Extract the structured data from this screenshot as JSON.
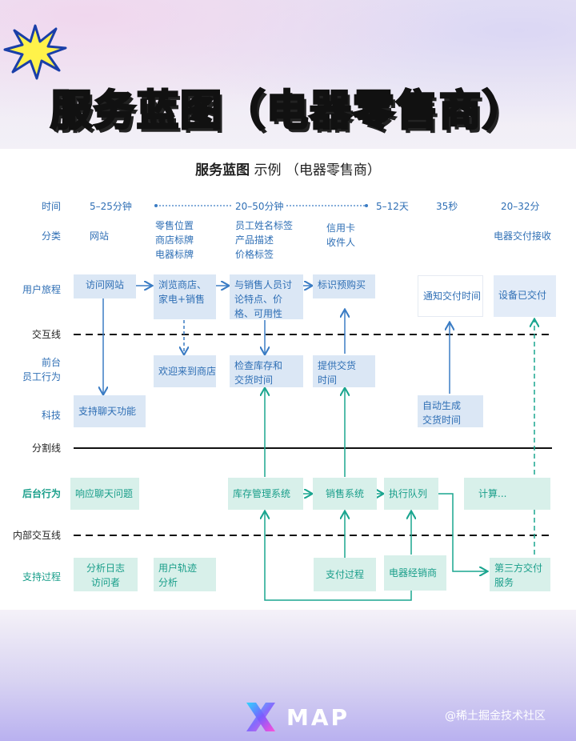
{
  "title": "服务蓝图（电器零售商）",
  "diagram_title_bold": "服务蓝图",
  "diagram_title_rest": " 示例 （电器零售商）",
  "rows": {
    "time": "时间",
    "category": "分类",
    "journey": "用户旅程",
    "interaction": "交互线",
    "front": "前台",
    "front2": "员工行为",
    "tech": "科技",
    "split": "分割线",
    "back": "后台行为",
    "internal": "内部交互线",
    "support": "支持过程"
  },
  "time": {
    "t1": "5–25分钟",
    "t2": "20–50分钟",
    "t3": "5–12天",
    "t4": "35秒",
    "t5": "20–32分"
  },
  "category": {
    "c1": "网站",
    "c2": "零售位置\n商店标牌\n电器标牌",
    "c3": "员工姓名标签\n产品描述\n价格标签",
    "c4": "信用卡\n收件人",
    "c5": "电器交付接收"
  },
  "journey": {
    "j1": "访问网站",
    "j2": "浏览商店、\n家电+销售",
    "j3": "与销售人员讨\n论特点、价\n格、可用性",
    "j4": "标识预购买",
    "j5": "通知交付时间",
    "j6": "设备已交付"
  },
  "front": {
    "f1": "欢迎来到商店",
    "f2": "检查库存和\n交货时间",
    "f3": "提供交货\n时间"
  },
  "tech": {
    "k1": "支持聊天功能",
    "k2": "自动生成\n交货时间"
  },
  "back": {
    "b1": "响应聊天问题",
    "b2": "库存管理系统",
    "b3": "销售系统",
    "b4": "执行队列",
    "b5": "计算..."
  },
  "support": {
    "s1": "分析日志\n访问者",
    "s2": "用户轨迹\n分析",
    "s3": "支付过程",
    "s4": "电器经销商",
    "s5": "第三方交付\n服务"
  },
  "brand": "MAP",
  "watermark": "@稀土掘金技术社区",
  "colors": {
    "blue": "#2f6fb5",
    "teal": "#199e8a",
    "box_blue": "#dbe7f5",
    "box_teal": "#d8f0ea"
  }
}
